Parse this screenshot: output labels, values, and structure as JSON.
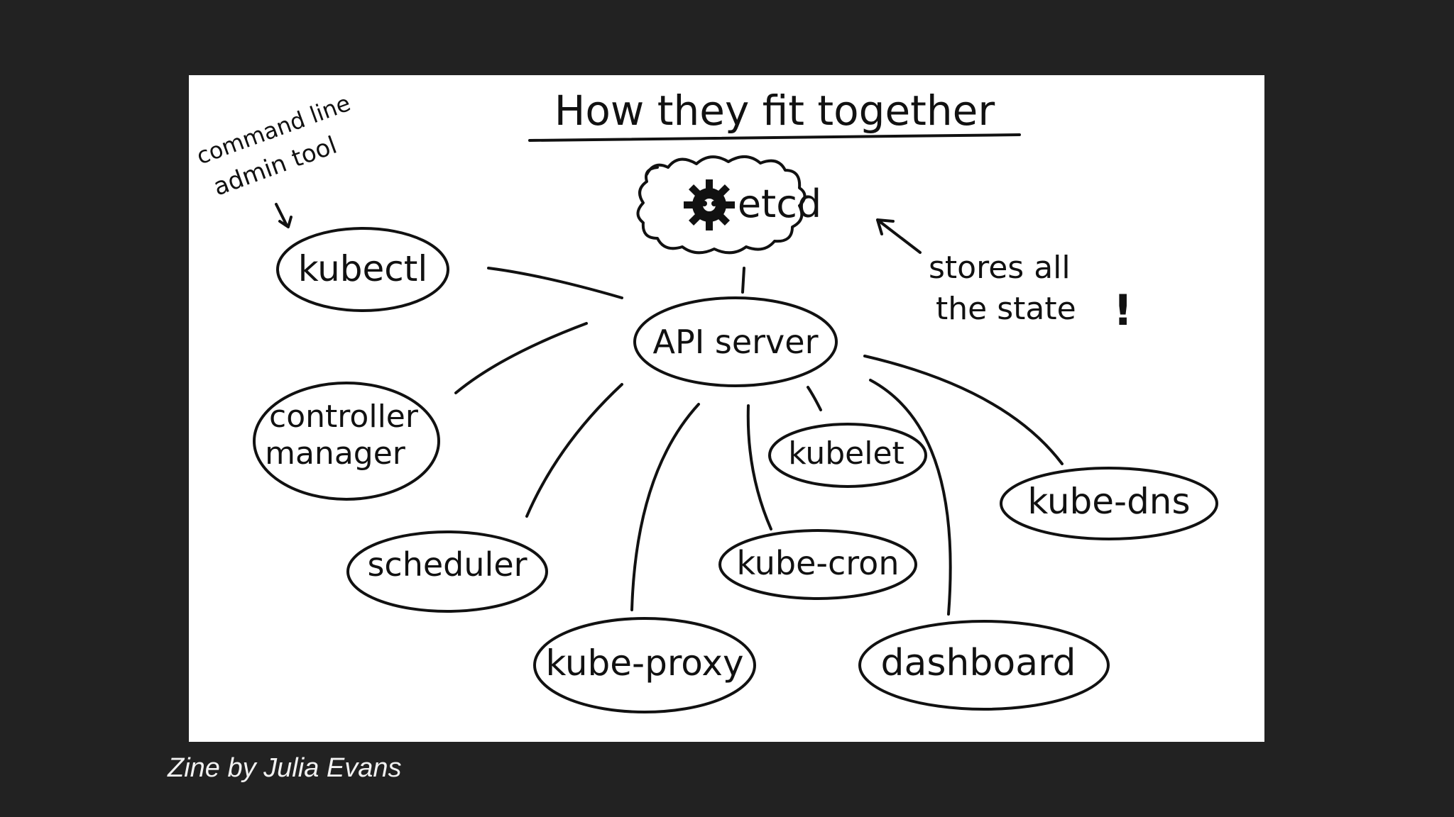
{
  "diagram": {
    "title": "How they fit together",
    "nodes": {
      "etcd": "etcd",
      "kubectl": "kubectl",
      "api_server": "API server",
      "controller_manager_line1": "controller",
      "controller_manager_line2": "manager",
      "scheduler": "scheduler",
      "kubelet": "kubelet",
      "kube_dns": "kube-dns",
      "kube_cron": "kube-cron",
      "kube_proxy": "kube-proxy",
      "dashboard": "dashboard"
    },
    "annotations": {
      "kubectl_note_line1": "command line",
      "kubectl_note_line2": "admin tool",
      "etcd_note_line1": "stores all",
      "etcd_note_line2": "the state",
      "etcd_note_mark": "!"
    },
    "edges": [
      [
        "kubectl",
        "API server"
      ],
      [
        "etcd",
        "API server"
      ],
      [
        "controller manager",
        "API server"
      ],
      [
        "scheduler",
        "API server"
      ],
      [
        "kube-proxy",
        "API server"
      ],
      [
        "kube-cron",
        "API server"
      ],
      [
        "kubelet",
        "API server"
      ],
      [
        "dashboard",
        "API server"
      ],
      [
        "kube-dns",
        "API server"
      ]
    ],
    "colors": {
      "ink": "#111111",
      "paper": "#ffffff",
      "background": "#222222"
    }
  },
  "caption": "Zine by Julia Evans"
}
